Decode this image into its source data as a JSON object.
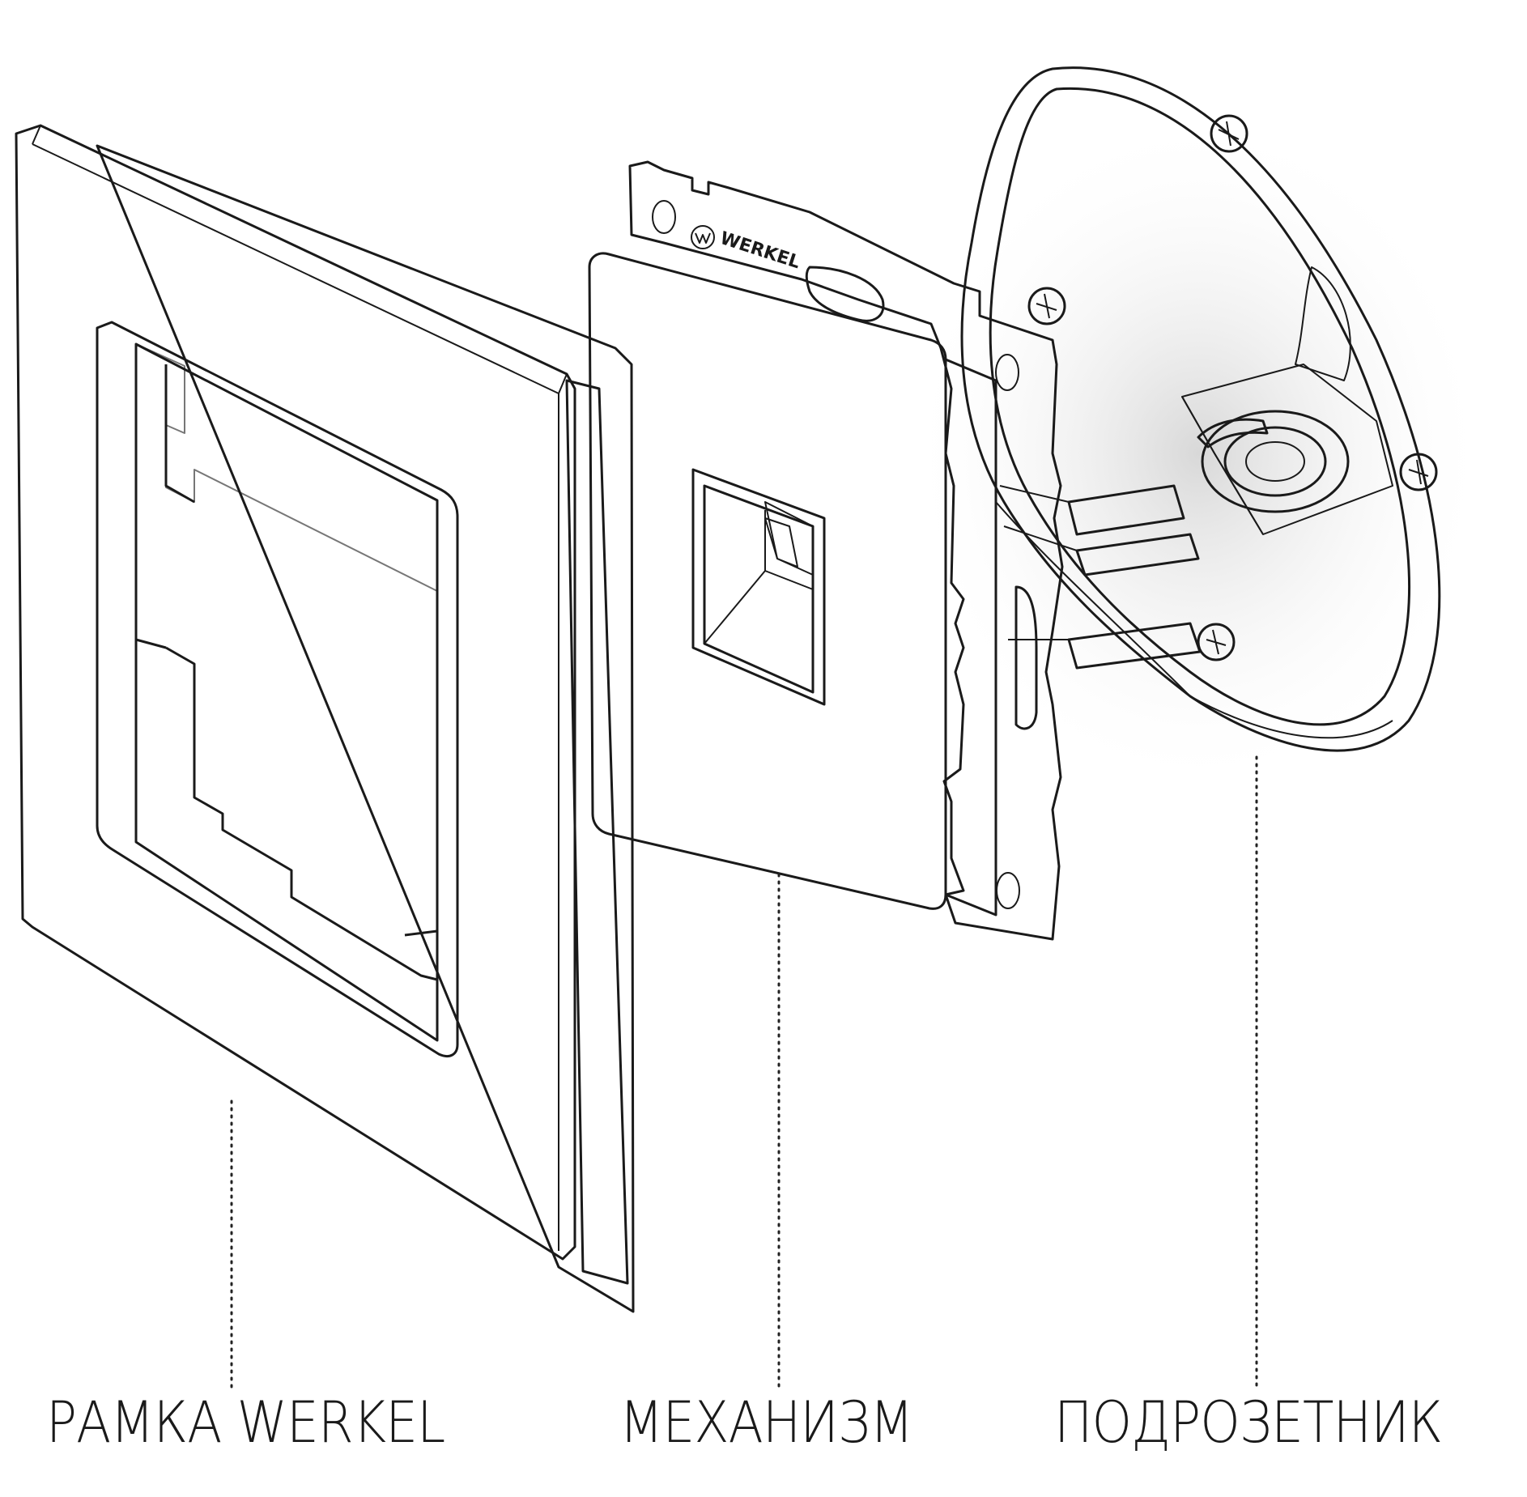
{
  "labels": {
    "frame": "РАМКА WERKEL",
    "mechanism": "МЕХАНИЗМ",
    "box": "ПОДРОЗЕТНИК"
  },
  "brand_logo_text": "WERKEL",
  "colors": {
    "background": "#ffffff",
    "outline": "#1a1a1a",
    "shadow_light": "#e6e6e6",
    "shadow_dark": "#c9c9c9"
  }
}
